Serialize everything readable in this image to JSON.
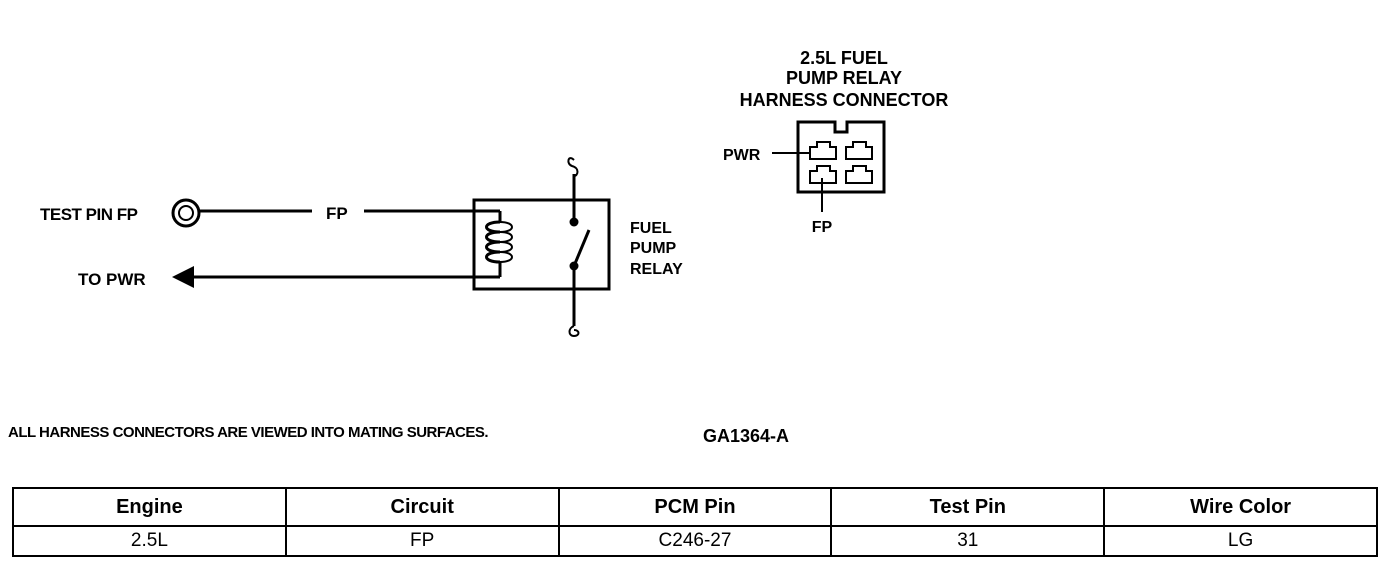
{
  "diagram": {
    "labels": {
      "test_pin": "TEST PIN FP",
      "fp_wire": "FP",
      "to_pwr": "TO PWR",
      "relay_line1": "FUEL",
      "relay_line2": "PUMP",
      "relay_line3": "RELAY",
      "connector_title_line1": "2.5L FUEL",
      "connector_title_line2": "PUMP RELAY",
      "connector_title_line3": "HARNESS CONNECTOR",
      "connector_pwr": "PWR",
      "connector_fp": "FP"
    }
  },
  "footer": {
    "note": "ALL HARNESS CONNECTORS ARE VIEWED INTO MATING SURFACES.",
    "figure_id": "GA1364-A"
  },
  "table": {
    "headers": [
      "Engine",
      "Circuit",
      "PCM Pin",
      "Test Pin",
      "Wire Color"
    ],
    "rows": [
      [
        "2.5L",
        "FP",
        "C246-27",
        "31",
        "LG"
      ]
    ]
  }
}
